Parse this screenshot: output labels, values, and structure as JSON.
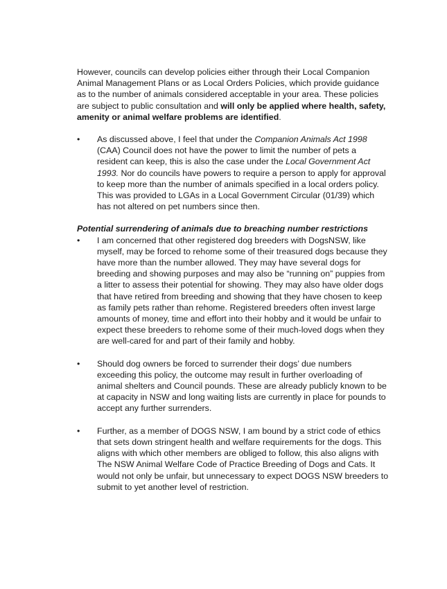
{
  "document": {
    "intro": {
      "part1": "However, councils can develop policies either through their Local Companion Animal Management Plans or as Local Orders Policies, which provide guidance as to the number of animals considered acceptable in your area. These policies are subject to public consultation and ",
      "bold": "will only be applied where health, safety, amenity or animal welfare problems are identified",
      "part2": "."
    },
    "bullet_symbol": "•",
    "bullet1": {
      "t1": "As discussed above, I feel that under the ",
      "i1": "Companion Animals Act 1998",
      "t2": " (CAA) Council does not have the power to limit the number of pets a resident can keep, this is also the case under the ",
      "i2": "Local Government Act 1993.",
      "t3": " Nor do councils have powers to require a person to apply for approval to keep more than the number of animals specified in a local orders policy. This was provided to LGAs in a Local Government Circular (01/39) which has not altered on pet numbers since then."
    },
    "section_heading": "Potential surrendering of animals due to breaching number restrictions",
    "bullet2": "I am concerned that other registered dog breeders with DogsNSW, like myself, may be forced to rehome some of their treasured dogs because they have more than the number allowed. They may have several dogs for breeding and showing purposes and may also be “running on” puppies from a litter to assess their potential for showing. They may also have older dogs that have retired from breeding and showing that they have chosen to keep as family pets rather than rehome. Registered breeders often invest large amounts of money, time and effort into their hobby and it would be unfair to expect these breeders to rehome some of their much-loved dogs when they are well-cared for and part of their family and hobby.",
    "bullet3": "Should dog owners be forced to surrender their dogs’ due numbers exceeding this policy, the outcome may result in further overloading of animal shelters and Council pounds. These are already publicly known to be at capacity in NSW and long waiting lists are currently in place for pounds to accept any further surrenders.",
    "bullet4": "Further, as a member of DOGS NSW, I am bound by a strict code of ethics that sets down stringent health and welfare requirements for the dogs. This aligns with which other members are obliged to follow, this also aligns with The NSW Animal Welfare Code of Practice Breeding of Dogs and Cats. It would not only be unfair, but unnecessary to expect DOGS NSW breeders to submit to yet another level of restriction."
  }
}
